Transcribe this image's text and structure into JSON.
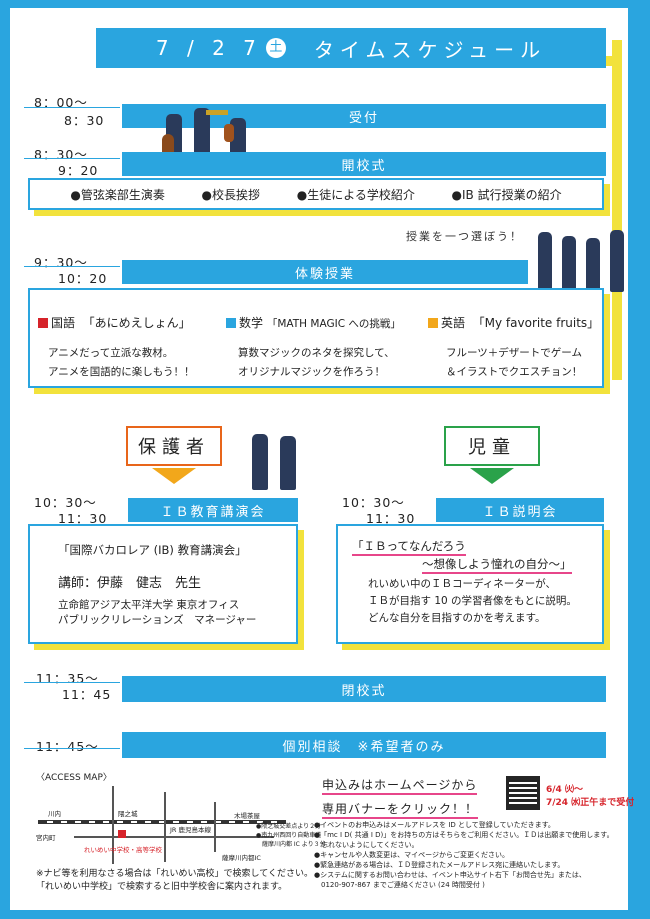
{
  "title": {
    "date": "7 / 2 7",
    "day": "土",
    "text": "タイムスケジュール"
  },
  "schedule": [
    {
      "time_start": "8：00〜",
      "time_end": "8：30",
      "label": "受付"
    },
    {
      "time_start": "8：30〜",
      "time_end": "9：20",
      "label": "開校式"
    },
    {
      "time_start": "9：30〜",
      "time_end": "10：20",
      "label": "体験授業"
    }
  ],
  "opening_items": [
    "●管弦楽部生演奏",
    "●校長挨拶",
    "●生徒による学校紹介",
    "●IB 試行授業の紹介"
  ],
  "pick_class_note": "授業を一つ選ぼう！",
  "trial_classes": [
    {
      "subject": "国語",
      "title": "「あにめえしょん」",
      "color": "#d6232a",
      "desc1": "アニメだって立派な教材。",
      "desc2": "アニメを国語的に楽しもう！！"
    },
    {
      "subject": "数学",
      "title": "「MATH MAGIC への挑戦」",
      "color": "#2aa5df",
      "desc1": "算数マジックのネタを探究して、",
      "desc2": "オリジナルマジックを作ろう！"
    },
    {
      "subject": "英語",
      "title": "「My favorite fruits」",
      "color": "#f2a71b",
      "desc1": "フルーツ＋デザートでゲーム",
      "desc2": "＆イラストでクエスチョン！"
    }
  ],
  "parents": {
    "label": "保護者",
    "label_color": "#e8651a",
    "time_start": "10：30〜",
    "time_end": "11：30",
    "bar": "ＩＢ教育講演会",
    "lecture_title": "「国際バカロレア (IB) 教育講演会」",
    "speaker": "講師：伊藤　健志　先生",
    "affiliation1": "立命館アジア太平洋大学 東京オフィス",
    "affiliation2": "パブリックリレーションズ　マネージャー"
  },
  "students": {
    "label": "児童",
    "label_color": "#2aa24a",
    "time_start": "10：30〜",
    "time_end": "11：30",
    "bar": "ＩＢ説明会",
    "title1": "「ＩＢってなんだろう",
    "title2": "〜想像しよう憧れの自分〜」",
    "desc1": "れいめい中のＩＢコーディネーターが、",
    "desc2": "ＩＢが目指す 10 の学習者像をもとに説明。",
    "desc3": "どんな自分を目指すのかを考えます。"
  },
  "closing": {
    "time_start": "11：35〜",
    "time_end": "11：45",
    "label": "閉校式"
  },
  "consult": {
    "time_start": "11：45〜",
    "label": "個別相談　※希望者のみ"
  },
  "access": {
    "title": "〈ACCESS MAP〉",
    "note1": "※ナビ等を利用なさる場合は「れいめい高校」で検索してください。",
    "note2": "「れいめい中学校」で検索すると旧中学校舎に案内されます。",
    "school_label": "れいめい中学校・高等学校",
    "map_labels": [
      "川内",
      "隈之城",
      "JR 鹿児島本線",
      "木場茶屋",
      "宮内町",
      "薩摩川内都IC"
    ],
    "legend": [
      "●隈之城交差点より２分",
      "●南九州西回り自動車道",
      "　薩摩川内都 IC より３分"
    ]
  },
  "apply": {
    "line1": "申込みはホームページから",
    "line2": "専用バナーをクリック！！",
    "period1": "6/4 ㈫〜",
    "period2": "7/24 ㈬正午まで受付",
    "notes": [
      "●イベントのお申込みはメールアドレスを ID として登録していただきます。",
      "●「mc I D( 共通 I D)」をお持ちの方はそちらをご利用ください。ＩＤは出願まで使用します。",
      "　忘れないようにしてください。",
      "●キャンセルや人数変更は、マイページからご変更ください。",
      "●緊急連絡がある場合は、ＩＤ登録されたメールアドレス宛に連絡いたします。",
      "●システムに関するお問い合わせは、イベント申込サイト右下「お問合せ先」または、",
      "　0120-907-867 までご連絡ください (24 時間受付 )"
    ]
  },
  "colors": {
    "blue": "#2aa5df",
    "yellow": "#f2e23c",
    "orange": "#e8651a",
    "green": "#2aa24a",
    "pink": "#e7468a"
  }
}
